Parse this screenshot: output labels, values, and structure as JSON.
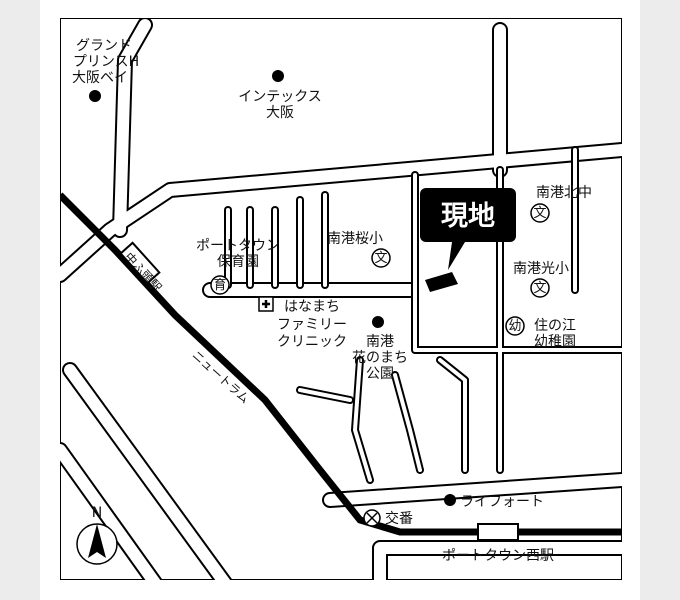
{
  "map": {
    "site_label": "現地",
    "landmarks": {
      "grand_prince": [
        "グランド",
        "プリンスH",
        "大阪ベイ"
      ],
      "intex": [
        "インテックス",
        "大阪"
      ],
      "nursery": [
        "ポートタウン",
        "保育園"
      ],
      "nanko_sakura": "南港桜小",
      "nanko_kita_chu": "南港北中",
      "nanko_hikari": "南港光小",
      "clinic": [
        "はなまち",
        "ファミリー",
        "クリニック"
      ],
      "park": [
        "南港",
        "花のまち",
        "公園"
      ],
      "kindergarten": [
        "住の江",
        "幼稚園"
      ],
      "life": "ライフォート",
      "koban": "交番",
      "station_west": "ポートタウン西駅",
      "station_naka": "中ふ頭駅",
      "new_tram": "ニュートラム"
    },
    "symbols": {
      "school": "文",
      "nursery": "育",
      "kindergarten": "幼"
    },
    "north": "N"
  }
}
